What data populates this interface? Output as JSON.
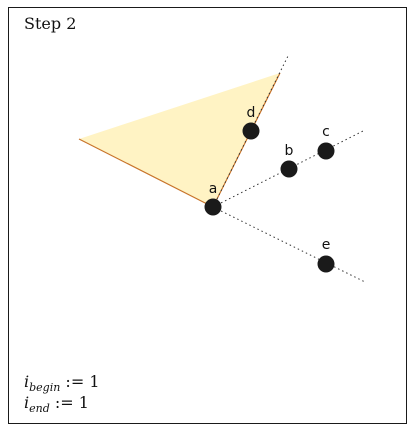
{
  "title": "Step 2",
  "nodes": [
    {
      "id": "a",
      "label": "a"
    },
    {
      "id": "b",
      "label": "b"
    },
    {
      "id": "c",
      "label": "c"
    },
    {
      "id": "d",
      "label": "d"
    },
    {
      "id": "e",
      "label": "e"
    }
  ],
  "variables": {
    "begin": {
      "symbol": "i",
      "subscript": "begin",
      "op": ":=",
      "value": "1"
    },
    "end": {
      "symbol": "i",
      "subscript": "end",
      "op": ":=",
      "value": "1"
    }
  },
  "colors": {
    "triangle_fill": "#fff3c4",
    "triangle_edge": "#c8742a",
    "node": "#1a1a1a",
    "ray": "#333333"
  }
}
